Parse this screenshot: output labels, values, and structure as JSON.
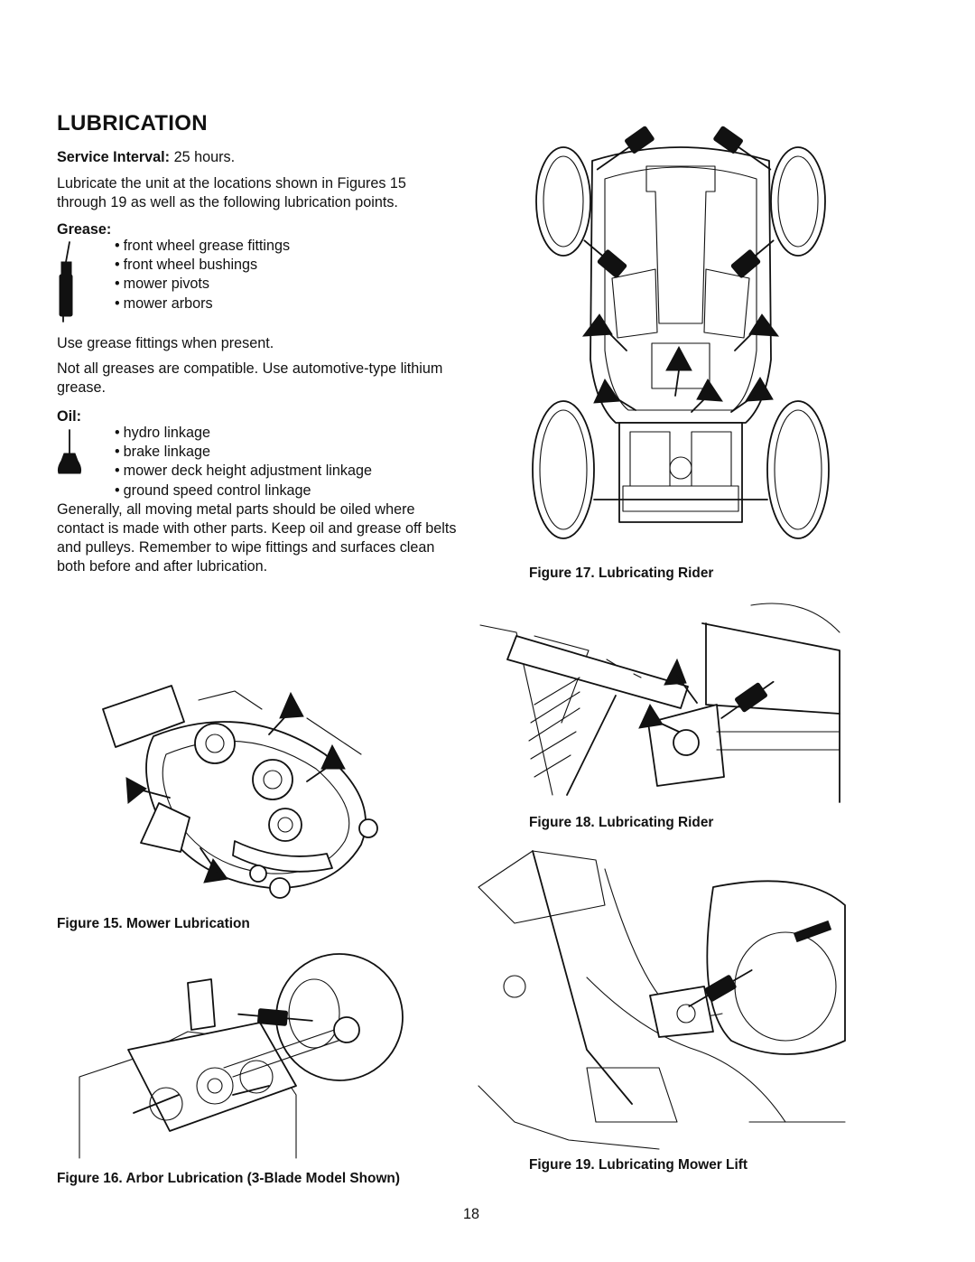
{
  "heading": "LUBRICATION",
  "service_interval": {
    "label": "Service Interval:",
    "value": " 25 hours."
  },
  "intro": "Lubricate the unit at the locations shown in Figures 15 through 19 as well as the following lubrication points.",
  "grease": {
    "label": "Grease:",
    "items": [
      "front wheel grease fittings",
      "front wheel bushings",
      "mower pivots",
      "mower arbors"
    ],
    "note1": "Use grease fittings when present.",
    "note2": "Not all greases are compatible. Use automotive-type lithium grease."
  },
  "oil": {
    "label": "Oil:",
    "items": [
      "hydro linkage",
      "brake linkage",
      "mower deck height adjustment linkage",
      "ground speed control linkage"
    ],
    "note": "Generally, all moving metal parts should be oiled where contact is made with other parts.  Keep oil and grease off belts and pulleys.  Remember to wipe fittings and surfaces clean both before and after lubrication."
  },
  "figures": {
    "fig15": "Figure 15. Mower Lubrication",
    "fig16": "Figure 16. Arbor Lubrication (3-Blade Model Shown)",
    "fig17": "Figure 17. Lubricating Rider",
    "fig18": "Figure 18. Lubricating Rider",
    "fig19": "Figure 19. Lubricating Mower Lift"
  },
  "icons": {
    "grease_gun": "grease-gun-icon",
    "oil_can": "oil-can-icon"
  },
  "page_number": "18"
}
